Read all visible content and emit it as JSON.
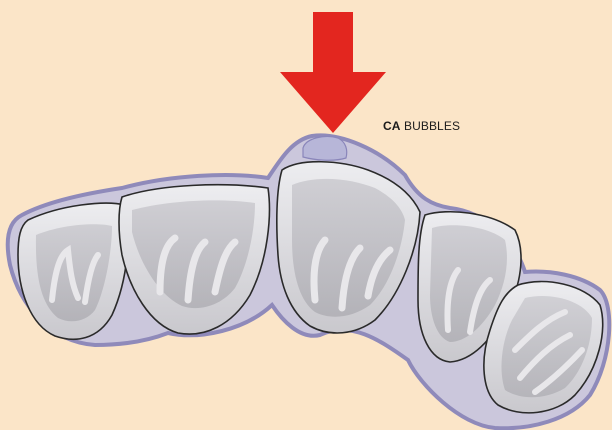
{
  "annotation": {
    "abbrev": "CA",
    "word": "BUBBLES"
  },
  "colors": {
    "background": "#fbe5c8",
    "arrow": "#e3261f",
    "outline": "#8a86ba",
    "tooth_light": "#e9e9ec",
    "tooth_dark": "#b9b8be",
    "bubble": "#b7b6d8"
  },
  "arrow_direction": "down"
}
